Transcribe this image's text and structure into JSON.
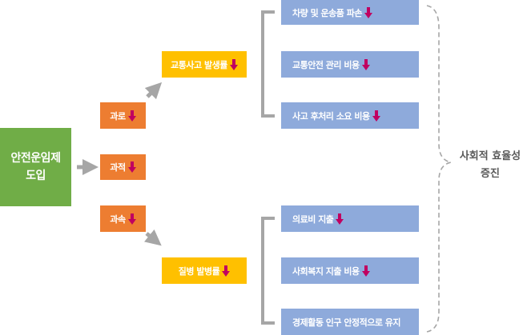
{
  "root": {
    "line1": "안전운임제",
    "line2": "도입",
    "color": "#70ad47"
  },
  "causes": [
    {
      "label": "과로",
      "color": "#ed7d31"
    },
    {
      "label": "과적",
      "color": "#ed7d31"
    },
    {
      "label": "과속",
      "color": "#ed7d31"
    }
  ],
  "effects": [
    {
      "label": "교통사고 발생률",
      "color": "#ffc000"
    },
    {
      "label": "질병 발병률",
      "color": "#ffc000"
    }
  ],
  "accident_costs": [
    {
      "label": "차량 및 운송품 파손",
      "decrease": true
    },
    {
      "label": "교통안전 관리 비용",
      "decrease": true
    },
    {
      "label": "사고 후처리 소요 비용",
      "decrease": true
    }
  ],
  "disease_costs": [
    {
      "label": "의료비 지출",
      "decrease": true
    },
    {
      "label": "사회복지 지출 비용",
      "decrease": true
    },
    {
      "label": "경제활동 인구 안정적으로 유지",
      "decrease": false
    }
  ],
  "outcome": {
    "line1": "사회적 효율성",
    "line2": "증진"
  },
  "icons": {
    "decrease": "down-arrow-icon",
    "flow": "gray-arrow-icon"
  },
  "colors": {
    "blue": "#8eaadb",
    "arrow": "#a6a6a6",
    "decrease_arrow": "#c00060",
    "text": "#595959"
  }
}
